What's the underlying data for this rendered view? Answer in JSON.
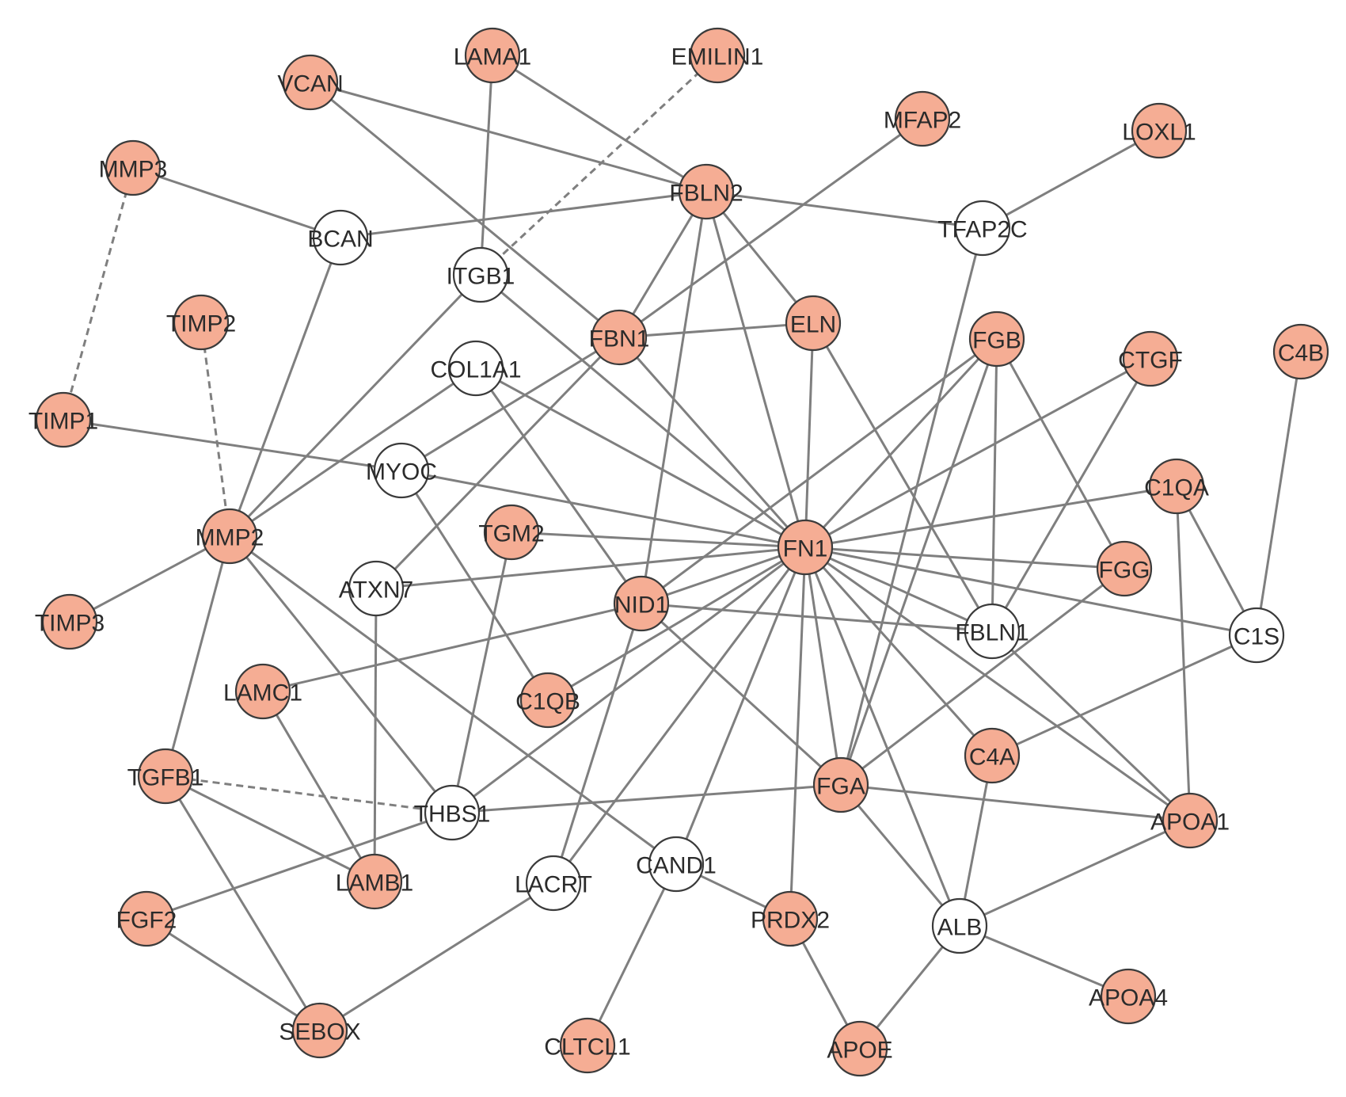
{
  "colors": {
    "highlight_fill": "#f5ad94",
    "plain_fill": "#ffffff",
    "edge": "#7f7f7f",
    "node_border": "#3b3b3b",
    "label": "#2b2b2b"
  },
  "nodes": [
    {
      "id": "LAMA1",
      "label": "LAMA1",
      "highlighted": true
    },
    {
      "id": "EMILIN1",
      "label": "EMILIN1",
      "highlighted": true
    },
    {
      "id": "VCAN",
      "label": "VCAN",
      "highlighted": true
    },
    {
      "id": "MFAP2",
      "label": "MFAP2",
      "highlighted": true
    },
    {
      "id": "LOXL1",
      "label": "LOXL1",
      "highlighted": true
    },
    {
      "id": "MMP3",
      "label": "MMP3",
      "highlighted": true
    },
    {
      "id": "FBLN2",
      "label": "FBLN2",
      "highlighted": true
    },
    {
      "id": "BCAN",
      "label": "BCAN",
      "highlighted": false
    },
    {
      "id": "TFAP2C",
      "label": "TFAP2C",
      "highlighted": false
    },
    {
      "id": "ITGB1",
      "label": "ITGB1",
      "highlighted": false
    },
    {
      "id": "TIMP2",
      "label": "TIMP2",
      "highlighted": true
    },
    {
      "id": "FBN1",
      "label": "FBN1",
      "highlighted": true
    },
    {
      "id": "ELN",
      "label": "ELN",
      "highlighted": true
    },
    {
      "id": "FGB",
      "label": "FGB",
      "highlighted": true
    },
    {
      "id": "CTGF",
      "label": "CTGF",
      "highlighted": true
    },
    {
      "id": "C4B",
      "label": "C4B",
      "highlighted": true
    },
    {
      "id": "COL1A1",
      "label": "COL1A1",
      "highlighted": false
    },
    {
      "id": "TIMP1",
      "label": "TIMP1",
      "highlighted": true
    },
    {
      "id": "MYOC",
      "label": "MYOC",
      "highlighted": false
    },
    {
      "id": "C1QA",
      "label": "C1QA",
      "highlighted": true
    },
    {
      "id": "MMP2",
      "label": "MMP2",
      "highlighted": true
    },
    {
      "id": "TGM2",
      "label": "TGM2",
      "highlighted": true
    },
    {
      "id": "FN1",
      "label": "FN1",
      "highlighted": true
    },
    {
      "id": "FGG",
      "label": "FGG",
      "highlighted": true
    },
    {
      "id": "ATXN7",
      "label": "ATXN7",
      "highlighted": false
    },
    {
      "id": "NID1",
      "label": "NID1",
      "highlighted": true
    },
    {
      "id": "TIMP3",
      "label": "TIMP3",
      "highlighted": true
    },
    {
      "id": "FBLN1",
      "label": "FBLN1",
      "highlighted": false
    },
    {
      "id": "C1S",
      "label": "C1S",
      "highlighted": false
    },
    {
      "id": "LAMC1",
      "label": "LAMC1",
      "highlighted": true
    },
    {
      "id": "C1QB",
      "label": "C1QB",
      "highlighted": true
    },
    {
      "id": "C4A",
      "label": "C4A",
      "highlighted": true
    },
    {
      "id": "TGFB1",
      "label": "TGFB1",
      "highlighted": true
    },
    {
      "id": "FGA",
      "label": "FGA",
      "highlighted": true
    },
    {
      "id": "THBS1",
      "label": "THBS1",
      "highlighted": false
    },
    {
      "id": "APOA1",
      "label": "APOA1",
      "highlighted": true
    },
    {
      "id": "CAND1",
      "label": "CAND1",
      "highlighted": false
    },
    {
      "id": "LAMB1",
      "label": "LAMB1",
      "highlighted": true
    },
    {
      "id": "LACRT",
      "label": "LACRT",
      "highlighted": false
    },
    {
      "id": "FGF2",
      "label": "FGF2",
      "highlighted": true
    },
    {
      "id": "PRDX2",
      "label": "PRDX2",
      "highlighted": true
    },
    {
      "id": "ALB",
      "label": "ALB",
      "highlighted": false
    },
    {
      "id": "APOA4",
      "label": "APOA4",
      "highlighted": true
    },
    {
      "id": "SEBOX",
      "label": "SEBOX",
      "highlighted": true
    },
    {
      "id": "CLTCL1",
      "label": "CLTCL1",
      "highlighted": true
    },
    {
      "id": "APOE",
      "label": "APOE",
      "highlighted": true
    }
  ],
  "edges": [
    {
      "source": "LAMA1",
      "target": "ITGB1",
      "dashed": false
    },
    {
      "source": "LAMA1",
      "target": "FBLN2",
      "dashed": false
    },
    {
      "source": "EMILIN1",
      "target": "ITGB1",
      "dashed": true
    },
    {
      "source": "VCAN",
      "target": "FBLN2",
      "dashed": false
    },
    {
      "source": "VCAN",
      "target": "FBN1",
      "dashed": false
    },
    {
      "source": "MFAP2",
      "target": "FBN1",
      "dashed": false
    },
    {
      "source": "LOXL1",
      "target": "TFAP2C",
      "dashed": false
    },
    {
      "source": "MMP3",
      "target": "BCAN",
      "dashed": false
    },
    {
      "source": "MMP3",
      "target": "TIMP1",
      "dashed": true
    },
    {
      "source": "BCAN",
      "target": "FBLN2",
      "dashed": false
    },
    {
      "source": "BCAN",
      "target": "MMP2",
      "dashed": false
    },
    {
      "source": "FBLN2",
      "target": "TFAP2C",
      "dashed": false
    },
    {
      "source": "FBLN2",
      "target": "FBN1",
      "dashed": false
    },
    {
      "source": "FBLN2",
      "target": "ELN",
      "dashed": false
    },
    {
      "source": "FBLN2",
      "target": "FN1",
      "dashed": false
    },
    {
      "source": "FBLN2",
      "target": "NID1",
      "dashed": false
    },
    {
      "source": "TFAP2C",
      "target": "FGA",
      "dashed": false
    },
    {
      "source": "ITGB1",
      "target": "MMP2",
      "dashed": false
    },
    {
      "source": "ITGB1",
      "target": "FN1",
      "dashed": false
    },
    {
      "source": "TIMP2",
      "target": "MMP2",
      "dashed": true
    },
    {
      "source": "FBN1",
      "target": "ELN",
      "dashed": false
    },
    {
      "source": "FBN1",
      "target": "MYOC",
      "dashed": false
    },
    {
      "source": "FBN1",
      "target": "ATXN7",
      "dashed": false
    },
    {
      "source": "FBN1",
      "target": "FN1",
      "dashed": false
    },
    {
      "source": "ELN",
      "target": "FN1",
      "dashed": false
    },
    {
      "source": "ELN",
      "target": "FBLN1",
      "dashed": false
    },
    {
      "source": "COL1A1",
      "target": "MMP2",
      "dashed": false
    },
    {
      "source": "COL1A1",
      "target": "FN1",
      "dashed": false
    },
    {
      "source": "COL1A1",
      "target": "NID1",
      "dashed": false
    },
    {
      "source": "TIMP1",
      "target": "MYOC",
      "dashed": false
    },
    {
      "source": "MYOC",
      "target": "FN1",
      "dashed": false
    },
    {
      "source": "MYOC",
      "target": "C1QB",
      "dashed": false
    },
    {
      "source": "MMP2",
      "target": "TIMP3",
      "dashed": false
    },
    {
      "source": "MMP2",
      "target": "TGFB1",
      "dashed": false
    },
    {
      "source": "MMP2",
      "target": "THBS1",
      "dashed": false
    },
    {
      "source": "MMP2",
      "target": "CAND1",
      "dashed": false
    },
    {
      "source": "TGM2",
      "target": "FN1",
      "dashed": false
    },
    {
      "source": "TGM2",
      "target": "THBS1",
      "dashed": false
    },
    {
      "source": "ATXN7",
      "target": "FN1",
      "dashed": false
    },
    {
      "source": "ATXN7",
      "target": "LAMB1",
      "dashed": false
    },
    {
      "source": "FN1",
      "target": "FGB",
      "dashed": false
    },
    {
      "source": "FN1",
      "target": "CTGF",
      "dashed": false
    },
    {
      "source": "FN1",
      "target": "C1QA",
      "dashed": false
    },
    {
      "source": "FN1",
      "target": "FGG",
      "dashed": false
    },
    {
      "source": "FN1",
      "target": "FBLN1",
      "dashed": false
    },
    {
      "source": "FN1",
      "target": "C1S",
      "dashed": false
    },
    {
      "source": "FN1",
      "target": "NID1",
      "dashed": false
    },
    {
      "source": "FN1",
      "target": "C1QB",
      "dashed": false
    },
    {
      "source": "FN1",
      "target": "THBS1",
      "dashed": false
    },
    {
      "source": "FN1",
      "target": "LACRT",
      "dashed": false
    },
    {
      "source": "FN1",
      "target": "CAND1",
      "dashed": false
    },
    {
      "source": "FN1",
      "target": "PRDX2",
      "dashed": false
    },
    {
      "source": "FN1",
      "target": "FGA",
      "dashed": false
    },
    {
      "source": "FN1",
      "target": "C4A",
      "dashed": false
    },
    {
      "source": "FN1",
      "target": "ALB",
      "dashed": false
    },
    {
      "source": "FN1",
      "target": "APOA1",
      "dashed": false
    },
    {
      "source": "FGB",
      "target": "FBLN1",
      "dashed": false
    },
    {
      "source": "FGB",
      "target": "FGG",
      "dashed": false
    },
    {
      "source": "FGB",
      "target": "FGA",
      "dashed": false
    },
    {
      "source": "FGB",
      "target": "NID1",
      "dashed": false
    },
    {
      "source": "CTGF",
      "target": "FBLN1",
      "dashed": false
    },
    {
      "source": "C4B",
      "target": "C1S",
      "dashed": false
    },
    {
      "source": "C1QA",
      "target": "C1S",
      "dashed": false
    },
    {
      "source": "C1QA",
      "target": "APOA1",
      "dashed": false
    },
    {
      "source": "FGG",
      "target": "FGA",
      "dashed": false
    },
    {
      "source": "NID1",
      "target": "FBLN1",
      "dashed": false
    },
    {
      "source": "NID1",
      "target": "LAMC1",
      "dashed": false
    },
    {
      "source": "NID1",
      "target": "LACRT",
      "dashed": false
    },
    {
      "source": "NID1",
      "target": "FGA",
      "dashed": false
    },
    {
      "source": "FBLN1",
      "target": "APOA1",
      "dashed": false
    },
    {
      "source": "C1S",
      "target": "C4A",
      "dashed": false
    },
    {
      "source": "LAMC1",
      "target": "LAMB1",
      "dashed": false
    },
    {
      "source": "C4A",
      "target": "ALB",
      "dashed": false
    },
    {
      "source": "TGFB1",
      "target": "THBS1",
      "dashed": true
    },
    {
      "source": "TGFB1",
      "target": "LAMB1",
      "dashed": false
    },
    {
      "source": "TGFB1",
      "target": "SEBOX",
      "dashed": false
    },
    {
      "source": "FGA",
      "target": "THBS1",
      "dashed": false
    },
    {
      "source": "FGA",
      "target": "APOA1",
      "dashed": false
    },
    {
      "source": "FGA",
      "target": "ALB",
      "dashed": false
    },
    {
      "source": "THBS1",
      "target": "FGF2",
      "dashed": false
    },
    {
      "source": "APOA1",
      "target": "ALB",
      "dashed": false
    },
    {
      "source": "CAND1",
      "target": "PRDX2",
      "dashed": false
    },
    {
      "source": "CAND1",
      "target": "CLTCL1",
      "dashed": false
    },
    {
      "source": "LACRT",
      "target": "SEBOX",
      "dashed": false
    },
    {
      "source": "FGF2",
      "target": "SEBOX",
      "dashed": false
    },
    {
      "source": "PRDX2",
      "target": "APOE",
      "dashed": false
    },
    {
      "source": "ALB",
      "target": "APOA4",
      "dashed": false
    },
    {
      "source": "ALB",
      "target": "APOE",
      "dashed": false
    }
  ]
}
